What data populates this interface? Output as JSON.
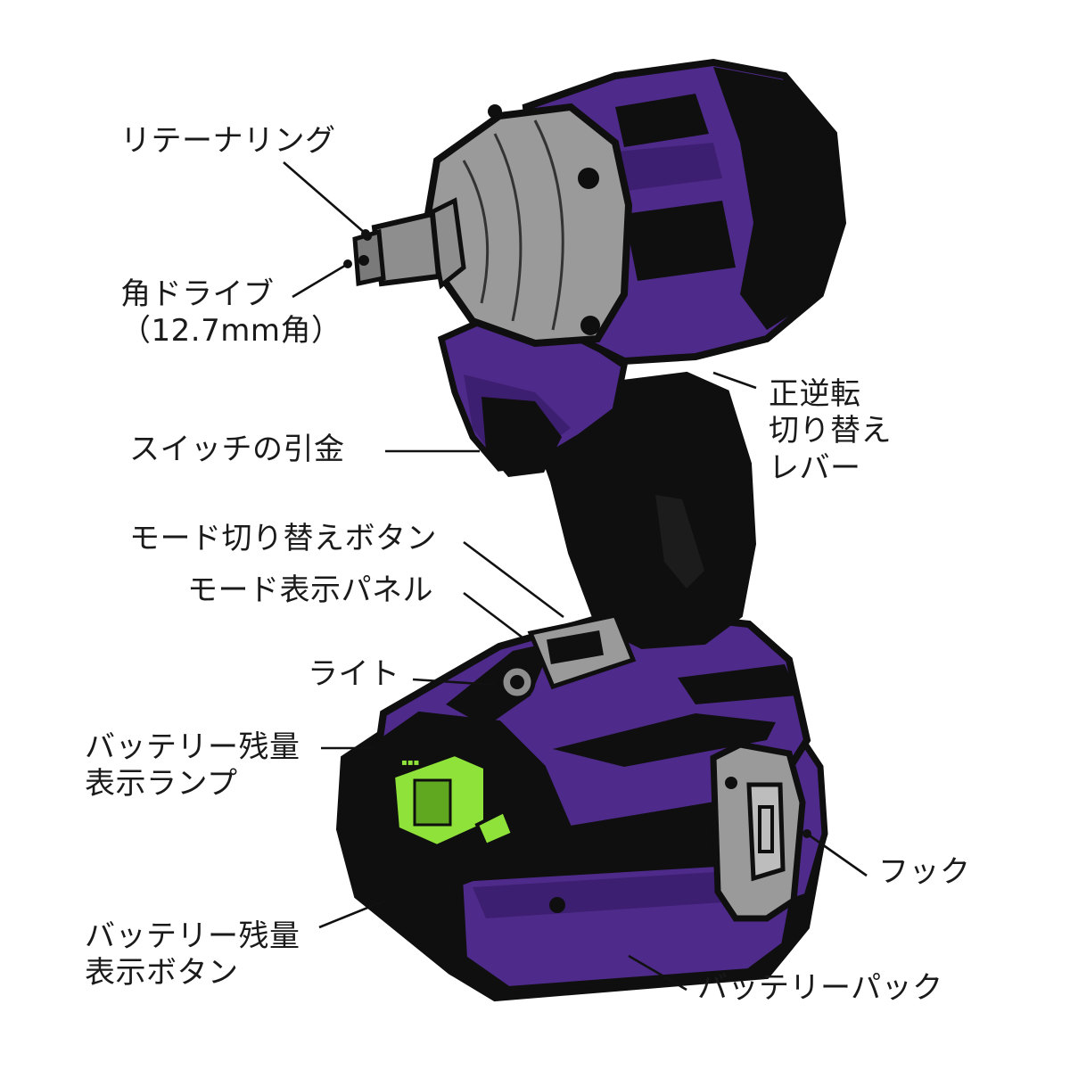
{
  "colors": {
    "body_purple": "#4e2a8a",
    "body_black": "#0f0f0f",
    "metal_gray": "#8e8e8e",
    "head_gray": "#9a9a9a",
    "lamp_green": "#8fe23a"
  },
  "labels": {
    "retaining_ring": "リテーナリング",
    "square_drive_1": "角ドライブ",
    "square_drive_2": "（12.7mm角）",
    "direction_lever_1": "正逆転",
    "direction_lever_2": "切り替え",
    "direction_lever_3": "レバー",
    "trigger": "スイッチの引金",
    "mode_button": "モード切り替えボタン",
    "mode_panel": "モード表示パネル",
    "light": "ライト",
    "battery_lamp_1": "バッテリー残量",
    "battery_lamp_2": "表示ランプ",
    "hook": "フック",
    "battery_button_1": "バッテリー残量",
    "battery_button_2": "表示ボタン",
    "battery_pack": "バッテリーパック"
  }
}
